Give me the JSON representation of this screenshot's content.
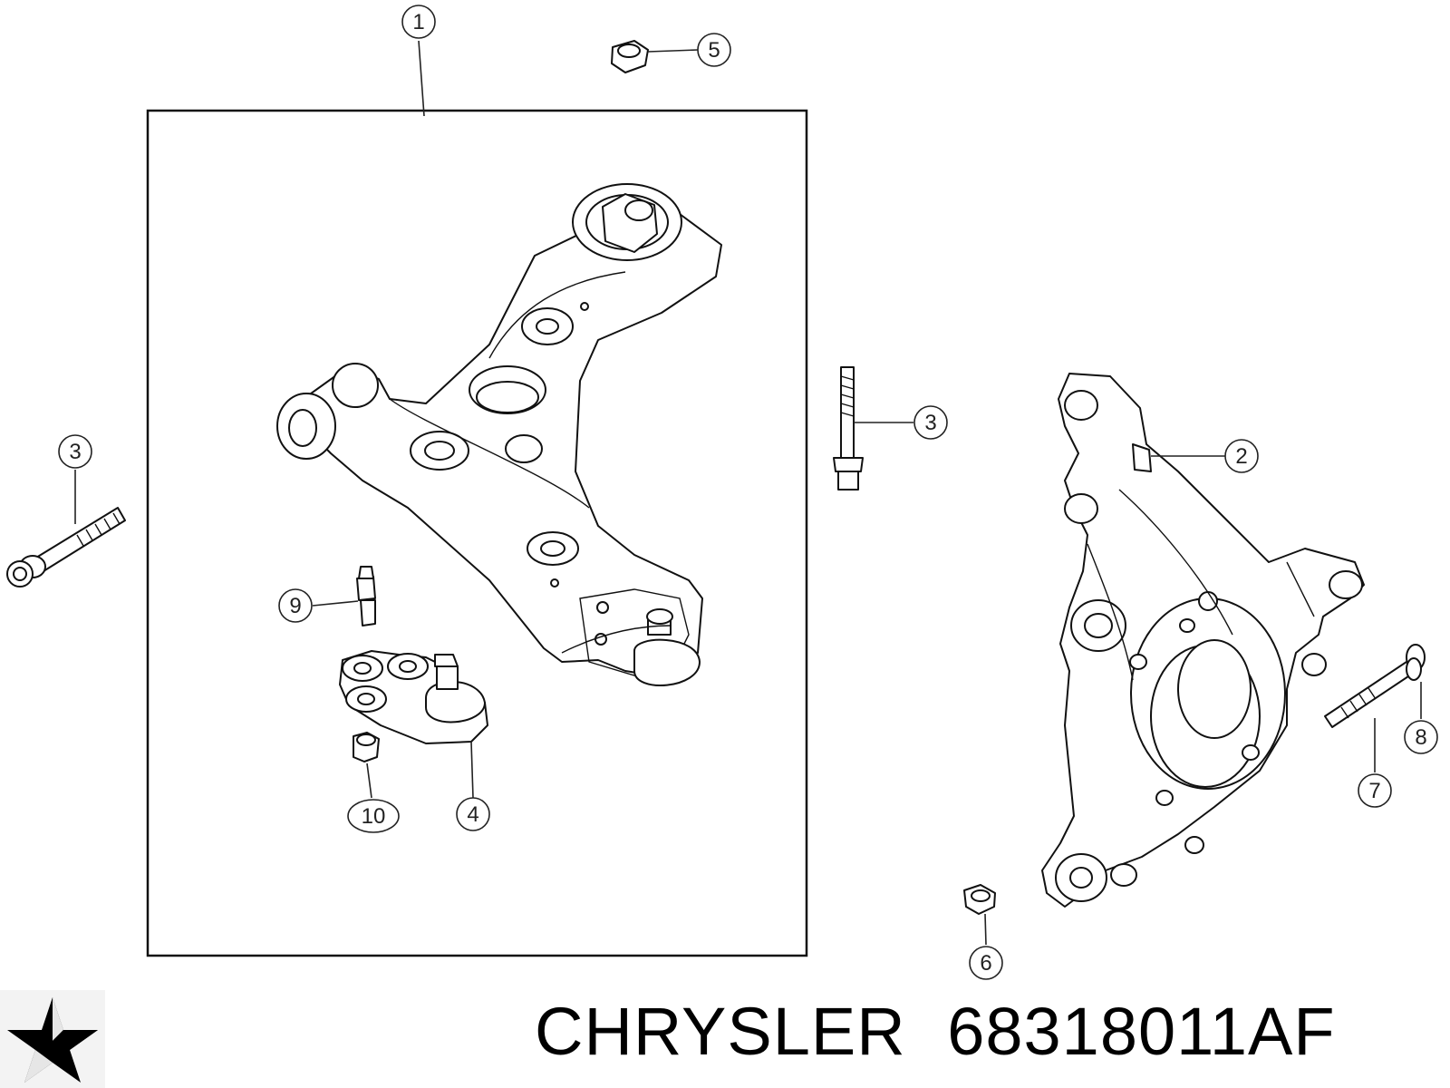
{
  "callouts": {
    "c1": "1",
    "c2": "2",
    "c3_left": "3",
    "c3_right": "3",
    "c4": "4",
    "c5": "5",
    "c6": "6",
    "c7": "7",
    "c8": "8",
    "c9": "9",
    "c10": "10"
  },
  "caption": {
    "brand": "CHRYSLER",
    "part_number": "68318011AF"
  },
  "icons": {
    "logo": "chrysler-pentastar-icon"
  }
}
